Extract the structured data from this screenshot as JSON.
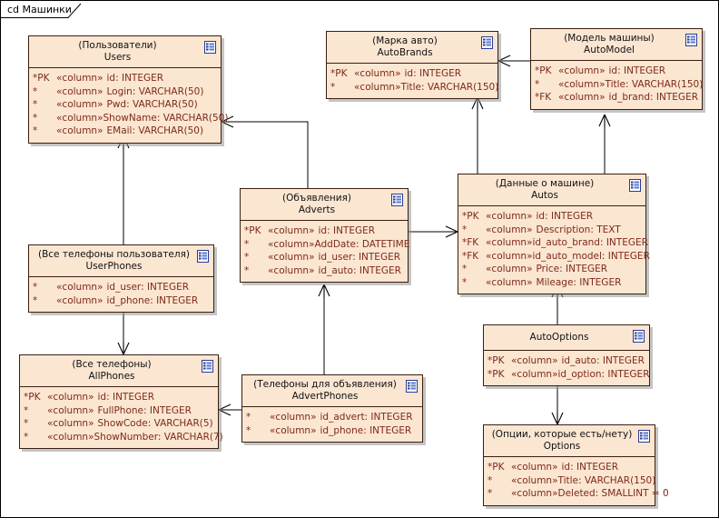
{
  "frame": {
    "label": "cd Машинки",
    "kind": "cd",
    "name": "Машинки"
  },
  "style": {
    "box_fill": "#fbe6d2",
    "box_border": "#3a1f10",
    "attr_text": "#7c2b18",
    "title_text": "#111111",
    "background": "#ffffff"
  },
  "icons": {
    "class_doc": "table-icon"
  },
  "classes": [
    {
      "id": "users",
      "stereotype": "(Пользователи)",
      "name": "Users",
      "icon": "table-icon",
      "attributes": [
        {
          "key": "*PK",
          "stereotype": "«column»",
          "text": "id: INTEGER"
        },
        {
          "key": "*",
          "stereotype": "«column»",
          "text": "Login: VARCHAR(50)"
        },
        {
          "key": "*",
          "stereotype": "«column»",
          "text": "Pwd: VARCHAR(50)"
        },
        {
          "key": "*",
          "stereotype": "«column»",
          "text": "ShowName: VARCHAR(50)"
        },
        {
          "key": "*",
          "stereotype": "«column»",
          "text": "EMail: VARCHAR(50)"
        }
      ]
    },
    {
      "id": "autobrands",
      "stereotype": "(Марка авто)",
      "name": "AutoBrands",
      "icon": "table-icon",
      "attributes": [
        {
          "key": "*PK",
          "stereotype": "«column»",
          "text": "id: INTEGER"
        },
        {
          "key": "*",
          "stereotype": "«column»",
          "text": "Title: VARCHAR(150)"
        }
      ]
    },
    {
      "id": "automodel",
      "stereotype": "(Модель машины)",
      "name": "AutoModel",
      "icon": "table-icon",
      "attributes": [
        {
          "key": "*PK",
          "stereotype": "«column»",
          "text": "id: INTEGER"
        },
        {
          "key": "*",
          "stereotype": "«column»",
          "text": "Title: VARCHAR(150)"
        },
        {
          "key": "*FK",
          "stereotype": "«column»",
          "text": "id_brand: INTEGER"
        }
      ]
    },
    {
      "id": "autos",
      "stereotype": "(Данные о машине)",
      "name": "Autos",
      "icon": "table-icon",
      "attributes": [
        {
          "key": "*PK",
          "stereotype": "«column»",
          "text": "id: INTEGER"
        },
        {
          "key": "*",
          "stereotype": "«column»",
          "text": "Description: TEXT"
        },
        {
          "key": "*FK",
          "stereotype": "«column»",
          "text": "id_auto_brand: INTEGER"
        },
        {
          "key": "*FK",
          "stereotype": "«column»",
          "text": "id_auto_model: INTEGER"
        },
        {
          "key": "*",
          "stereotype": "«column»",
          "text": "Price: INTEGER"
        },
        {
          "key": "*",
          "stereotype": "«column»",
          "text": "Mileage: INTEGER"
        }
      ]
    },
    {
      "id": "adverts",
      "stereotype": "(Объявления)",
      "name": "Adverts",
      "icon": "table-icon",
      "attributes": [
        {
          "key": "*PK",
          "stereotype": "«column»",
          "text": "id: INTEGER"
        },
        {
          "key": "*",
          "stereotype": "«column»",
          "text": "AddDate: DATETIME"
        },
        {
          "key": "*",
          "stereotype": "«column»",
          "text": "id_user: INTEGER"
        },
        {
          "key": "*",
          "stereotype": "«column»",
          "text": "id_auto: INTEGER"
        }
      ]
    },
    {
      "id": "userphones",
      "stereotype": "(Все телефоны пользователя)",
      "name": "UserPhones",
      "icon": "table-icon",
      "attributes": [
        {
          "key": "*",
          "stereotype": "«column»",
          "text": "id_user: INTEGER"
        },
        {
          "key": "*",
          "stereotype": "«column»",
          "text": "id_phone: INTEGER"
        }
      ]
    },
    {
      "id": "allphones",
      "stereotype": "(Все телефоны)",
      "name": "AllPhones",
      "icon": "table-icon",
      "attributes": [
        {
          "key": "*PK",
          "stereotype": "«column»",
          "text": "id: INTEGER"
        },
        {
          "key": "*",
          "stereotype": "«column»",
          "text": "FullPhone: INTEGER"
        },
        {
          "key": "*",
          "stereotype": "«column»",
          "text": "ShowCode: VARCHAR(5)"
        },
        {
          "key": "*",
          "stereotype": "«column»",
          "text": "ShowNumber: VARCHAR(7)"
        }
      ]
    },
    {
      "id": "advertphones",
      "stereotype": "(Телефоны для объявления)",
      "name": "AdvertPhones",
      "icon": "table-icon",
      "attributes": [
        {
          "key": "*",
          "stereotype": "«column»",
          "text": "id_advert: INTEGER"
        },
        {
          "key": "*",
          "stereotype": "«column»",
          "text": "id_phone: INTEGER"
        }
      ]
    },
    {
      "id": "autooptions",
      "stereotype": "",
      "name": "AutoOptions",
      "icon": "table-icon",
      "attributes": [
        {
          "key": "*PK",
          "stereotype": "«column»",
          "text": "id_auto: INTEGER"
        },
        {
          "key": "*PK",
          "stereotype": "«column»",
          "text": "id_option: INTEGER"
        }
      ]
    },
    {
      "id": "options",
      "stereotype": "(Опции, которые есть/нету)",
      "name": "Options",
      "icon": "table-icon",
      "attributes": [
        {
          "key": "*PK",
          "stereotype": "«column»",
          "text": "id: INTEGER"
        },
        {
          "key": "*",
          "stereotype": "«column»",
          "text": "Title: VARCHAR(150)"
        },
        {
          "key": "*",
          "stereotype": "«column»",
          "text": "Deleted: SMALLINT = 0"
        }
      ]
    }
  ],
  "relationships": [
    {
      "from": "adverts",
      "to": "users",
      "type": "association-crowsfoot"
    },
    {
      "from": "adverts",
      "to": "autos",
      "type": "association-crowsfoot"
    },
    {
      "from": "autos",
      "to": "autobrands",
      "type": "association-crowsfoot"
    },
    {
      "from": "autos",
      "to": "automodel",
      "type": "association-crowsfoot"
    },
    {
      "from": "automodel",
      "to": "autobrands",
      "type": "association-crowsfoot"
    },
    {
      "from": "userphones",
      "to": "users",
      "type": "association-crowsfoot"
    },
    {
      "from": "userphones",
      "to": "allphones",
      "type": "association-crowsfoot"
    },
    {
      "from": "advertphones",
      "to": "adverts",
      "type": "association-crowsfoot"
    },
    {
      "from": "advertphones",
      "to": "allphones",
      "type": "association-crowsfoot"
    },
    {
      "from": "autooptions",
      "to": "autos",
      "type": "association-crowsfoot"
    },
    {
      "from": "autooptions",
      "to": "options",
      "type": "association-crowsfoot"
    }
  ]
}
